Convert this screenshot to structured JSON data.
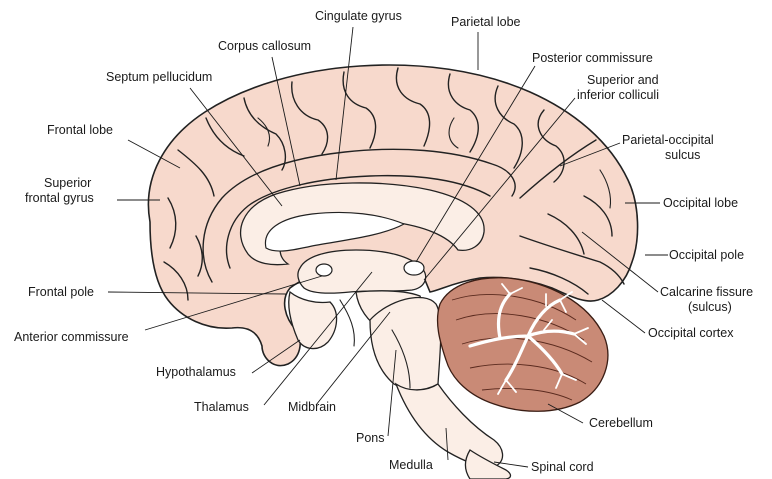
{
  "labels": {
    "cingulate_gyrus": "Cingulate gyrus",
    "parietal_lobe": "Parietal lobe",
    "corpus_callosum": "Corpus callosum",
    "posterior_commissure": "Posterior commissure",
    "septum_pellucidum": "Septum pellucidum",
    "sup_inf_colliculi_1": "Superior and",
    "sup_inf_colliculi_2": "inferior colliculi",
    "frontal_lobe": "Frontal lobe",
    "parieto_occipital_1": "Parietal-occipital",
    "parieto_occipital_2": "sulcus",
    "superior_frontal_gyrus_1": "Superior",
    "superior_frontal_gyrus_2": "frontal gyrus",
    "occipital_lobe": "Occipital lobe",
    "occipital_pole": "Occipital pole",
    "frontal_pole": "Frontal pole",
    "calcarine_1": "Calcarine fissure",
    "calcarine_2": "(sulcus)",
    "anterior_commissure": "Anterior commissure",
    "occipital_cortex": "Occipital cortex",
    "hypothalamus": "Hypothalamus",
    "thalamus": "Thalamus",
    "midbrain": "Midbrain",
    "cerebellum": "Cerebellum",
    "pons": "Pons",
    "medulla": "Medulla",
    "spinal_cord": "Spinal cord"
  },
  "colors": {
    "cortex": "#f7d9cc",
    "pale_tissue": "#fbeee6",
    "cerebellum": "#c98a76",
    "outline": "#222222"
  }
}
